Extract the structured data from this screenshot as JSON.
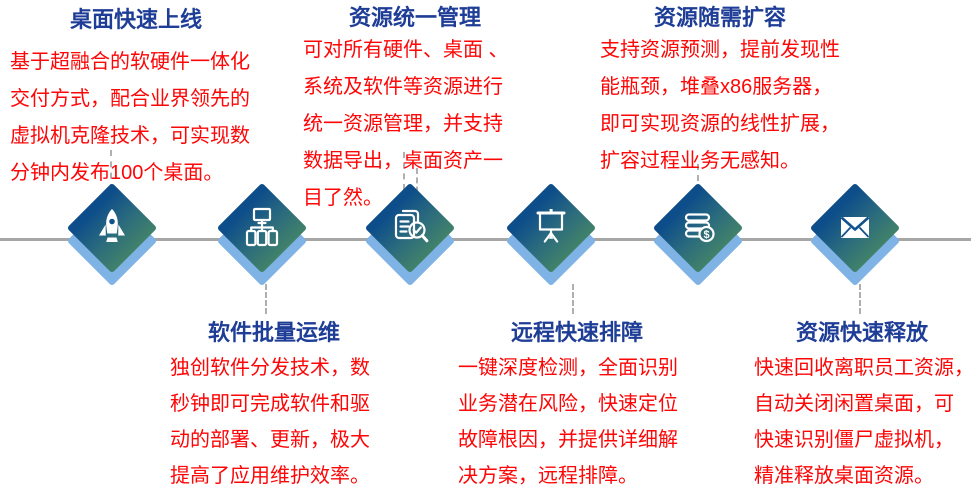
{
  "slide": {
    "type": "feature-timeline",
    "axis_color": "#a6a6a6",
    "connector_color": "#b0b0b0",
    "diamond_gradient_start": "#0d4d8a",
    "diamond_gradient_end": "#41826a",
    "diamond_shadow_color": "#7fb2e5",
    "title_color": "#1e3d96",
    "body_color": "#fe0606"
  },
  "features": [
    {
      "title": "桌面快速上线",
      "body": "基于超融合的软硬件一体化\n交付方式，配合业界领先的\n虚拟机克隆技术，可实现数\n分钟内发布100个桌面。",
      "icon": "rocket-icon",
      "position": "top"
    },
    {
      "title": "软件批量运维",
      "body": "独创软件分发技术，数\n秒钟即可完成软件和驱\n动的部署、更新，极大\n提高了应用维护效率。",
      "icon": "device-network-icon",
      "position": "bottom"
    },
    {
      "title": "资源统一管理",
      "body": "可对所有硬件、桌面 、\n系统及软件等资源进行\n统一资源管理，并支持\n数据导出，桌面资产一\n目了然。",
      "icon": "document-audit-icon",
      "position": "top"
    },
    {
      "title": "远程快速排障",
      "body": "一键深度检测，全面识别\n业务潜在风险，快速定位\n故障根因，并提供详细解\n决方案，远程排障。",
      "icon": "projection-screen-icon",
      "position": "bottom"
    },
    {
      "title": "资源随需扩容",
      "body": "支持资源预测，提前发现性\n能瓶颈，堆叠x86服务器，\n即可实现资源的线性扩展，\n扩容过程业务无感知。",
      "icon": "cash-stack-icon",
      "position": "top"
    },
    {
      "title": "资源快速释放",
      "body": "快速回收离职员工资源，\n自动关闭闲置桌面，可\n快速识别僵尸虚拟机，\n精准释放桌面资源。",
      "icon": "envelope-icon",
      "position": "bottom"
    }
  ]
}
